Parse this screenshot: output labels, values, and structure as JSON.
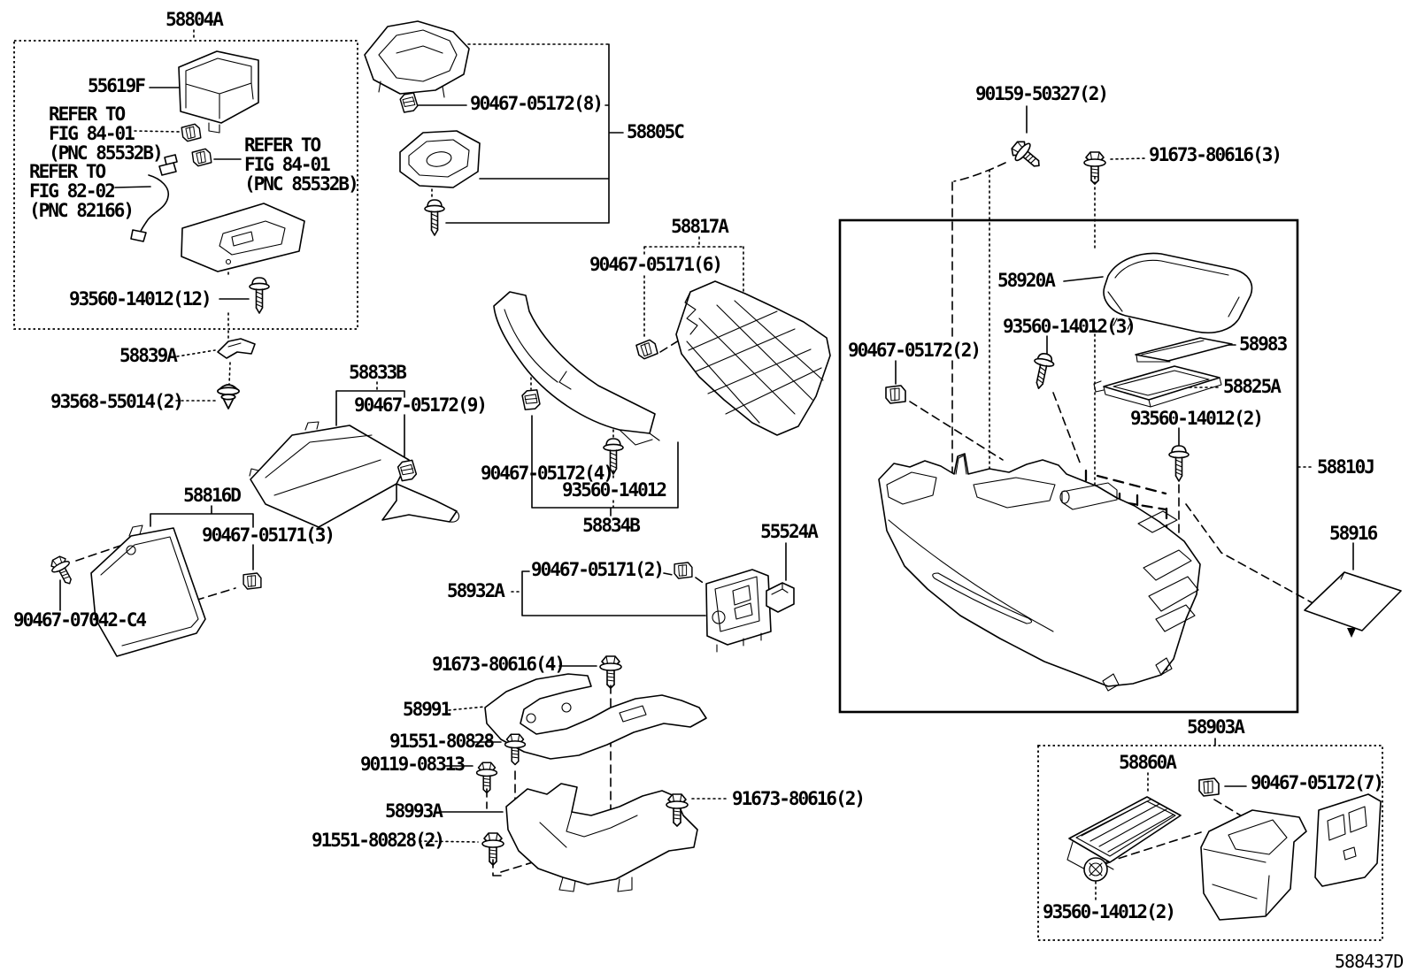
{
  "diagram": {
    "code": "588437D",
    "ink": "#000000",
    "background": "#ffffff",
    "labels": {
      "p58804A": "58804A",
      "p55619F": "55619F",
      "ref84a_1": "REFER TO",
      "ref84a_2": "FIG 84-01",
      "ref84a_3": "(PNC 85532B)",
      "ref84b_1": "REFER TO",
      "ref84b_2": "FIG 84-01",
      "ref84b_3": "(PNC 85532B)",
      "ref82_1": "REFER TO",
      "ref82_2": "FIG 82-02",
      "ref82_3": "(PNC 82166)",
      "p93560_12": "93560-14012(12)",
      "p58839A": "58839A",
      "p93568": "93568-55014(2)",
      "p58833B": "58833B",
      "p90467_05172_9": "90467-05172(9)",
      "p58816D": "58816D",
      "p90467_05171_3": "90467-05171(3)",
      "p90467_07042": "90467-07042-C4",
      "p90467_05172_8": "90467-05172(8)",
      "p58805C": "58805C",
      "p58817A": "58817A",
      "p90467_05171_6": "90467-05171(6)",
      "p90467_05172_4": "90467-05172(4)",
      "p93560": "93560-14012",
      "p58834B": "58834B",
      "p55524A": "55524A",
      "p90467_05171_2": "90467-05171(2)",
      "p58932A": "58932A",
      "p91673_4": "91673-80616(4)",
      "p58991": "58991",
      "p91551": "91551-80828",
      "p90119": "90119-08313",
      "p58993A": "58993A",
      "p91551_2": "91551-80828(2)",
      "p91673_2": "91673-80616(2)",
      "p90159": "90159-50327(2)",
      "p91673_3": "91673-80616(3)",
      "p58920A": "58920A",
      "p93560_3": "93560-14012(3)",
      "p90467_05172_2": "90467-05172(2)",
      "p58983": "58983",
      "p58825A": "58825A",
      "p93560_2a": "93560-14012(2)",
      "p58810J": "58810J",
      "p58916": "58916",
      "p58903A": "58903A",
      "p58860A": "58860A",
      "p90467_05172_7": "90467-05172(7)",
      "p93560_2b": "93560-14012(2)"
    }
  }
}
